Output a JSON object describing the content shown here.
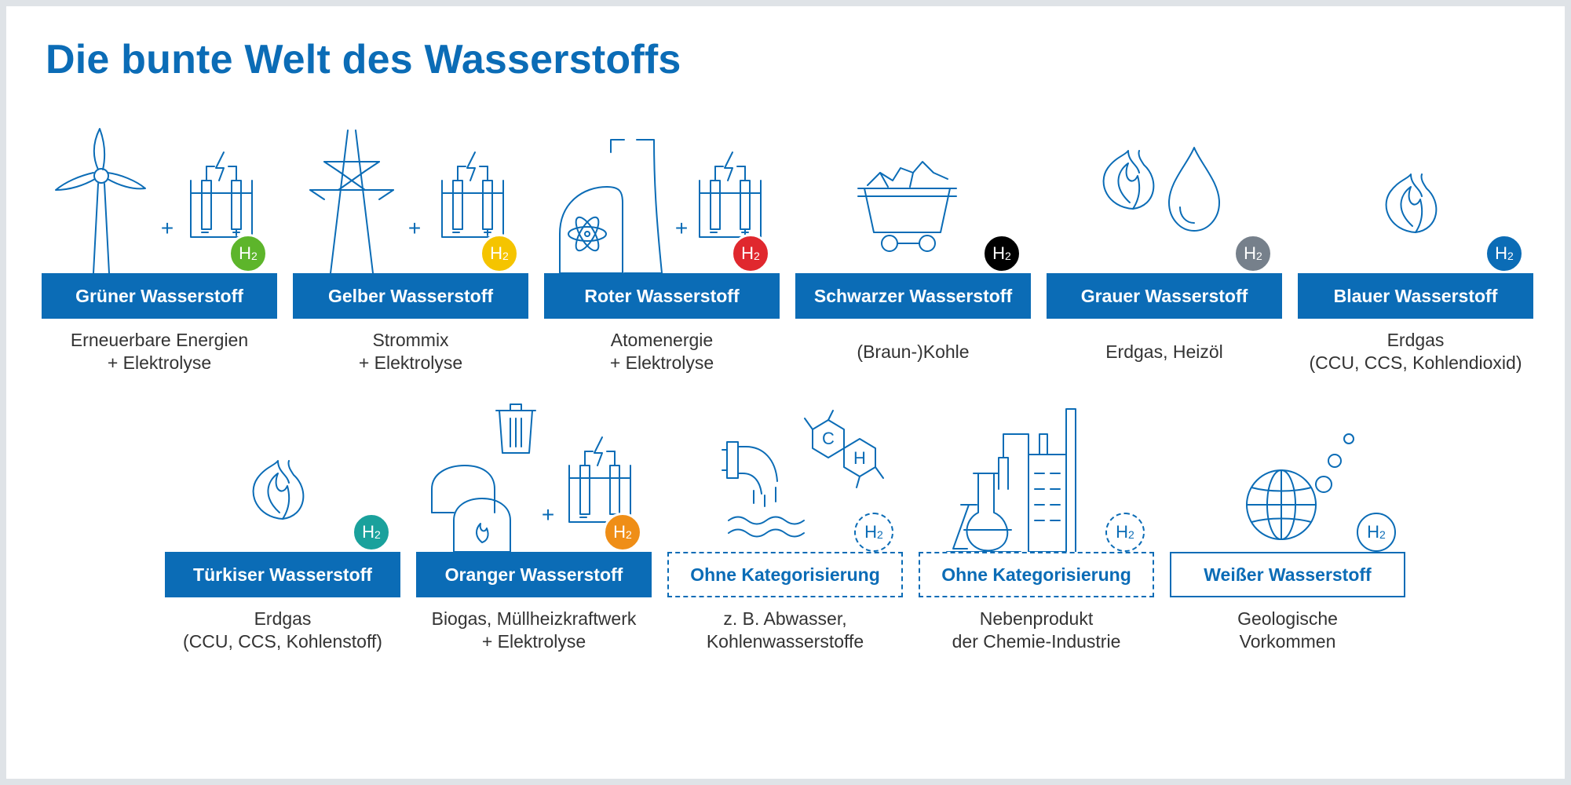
{
  "title": "Die bunte Welt des Wasserstoffs",
  "badge_text": "H",
  "badge_sub": "2",
  "plus_sign": "+",
  "colors": {
    "brand_blue": "#0b6cb6",
    "green": "#5db52b",
    "yellow": "#f5c400",
    "red": "#e0282e",
    "black": "#000000",
    "grey": "#76808b",
    "blue": "#0b6cb6",
    "turquoise": "#1aa19c",
    "orange": "#ef8e17"
  },
  "cards": [
    {
      "name": "Grüner Wasserstoff",
      "line1": "Erneuerbare Energien",
      "line2": "+ Elektrolyse",
      "badge_color": "#5db52b",
      "icons": [
        "wind-turbine-icon",
        "electrolysis-icon"
      ]
    },
    {
      "name": "Gelber Wasserstoff",
      "line1": "Strommix",
      "line2": "+ Elektrolyse",
      "badge_color": "#f5c400",
      "icons": [
        "power-pylon-icon",
        "electrolysis-icon"
      ]
    },
    {
      "name": "Roter Wasserstoff",
      "line1": "Atomenergie",
      "line2": "+ Elektrolyse",
      "badge_color": "#e0282e",
      "icons": [
        "nuclear-plant-icon",
        "electrolysis-icon"
      ]
    },
    {
      "name": "Schwarzer Wasserstoff",
      "line1": "(Braun-)Kohle",
      "line2": "",
      "badge_color": "#000000",
      "icons": [
        "coal-cart-icon"
      ]
    },
    {
      "name": "Grauer Wasserstoff",
      "line1": "Erdgas, Heizöl",
      "line2": "",
      "badge_color": "#76808b",
      "icons": [
        "gas-flame-icon",
        "oil-drop-icon"
      ]
    },
    {
      "name": "Blauer Wasserstoff",
      "line1": "Erdgas",
      "line2": "(CCU, CCS, Kohlendioxid)",
      "badge_color": "#0b6cb6",
      "icons": [
        "gas-flame-icon"
      ]
    },
    {
      "name": "Türkiser Wasserstoff",
      "line1": "Erdgas",
      "line2": "(CCU, CCS, Kohlenstoff)",
      "badge_color": "#1aa19c",
      "icons": [
        "gas-flame-icon"
      ]
    },
    {
      "name": "Oranger Wasserstoff",
      "line1": "Biogas, Müllheizkraftwerk",
      "line2": "+ Elektrolyse",
      "badge_color": "#ef8e17",
      "icons": [
        "biogas-plant-icon",
        "trash-bin-icon",
        "electrolysis-icon"
      ]
    },
    {
      "name": "Ohne Kategorisierung",
      "line1": "z. B. Abwasser,",
      "line2": "Kohlenwasserstoffe",
      "badge_color": "#ffffff",
      "icons": [
        "wastewater-pipe-icon",
        "hydrocarbon-molecule-icon"
      ]
    },
    {
      "name": "Ohne Kategorisierung",
      "line1": "Nebenprodukt",
      "line2": "der Chemie-Industrie",
      "badge_color": "#ffffff",
      "icons": [
        "chemistry-flask-icon",
        "factory-icon"
      ]
    },
    {
      "name": "Weißer Wasserstoff",
      "line1": "Geologische",
      "line2": "Vorkommen",
      "badge_color": "#ffffff",
      "icons": [
        "globe-icon",
        "bubbles-icon"
      ]
    }
  ]
}
